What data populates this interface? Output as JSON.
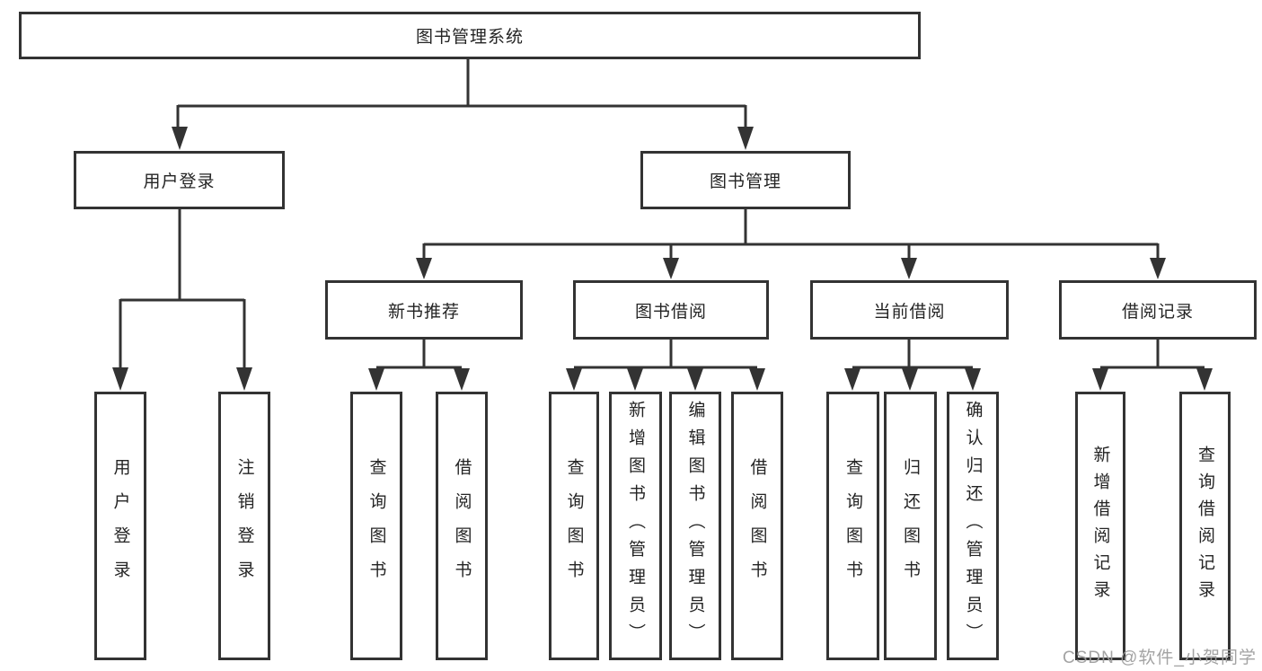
{
  "nodes": {
    "root": "图书管理系统",
    "level2": {
      "user_login": "用户登录",
      "book_management": "图书管理"
    },
    "level3": {
      "new_book_recommend": "新书推荐",
      "book_borrowing": "图书借阅",
      "current_borrowing": "当前借阅",
      "borrowing_records": "借阅记录"
    },
    "leaves": {
      "user_login": "用户登录",
      "logout_login": "注销登录",
      "newbook_query_books": "查询图书",
      "newbook_borrow_books": "借阅图书",
      "borrowing_query_books": "查询图书",
      "borrowing_add_books_admin": "新增图书（管理员）",
      "borrowing_edit_books_admin": "编辑图书（管理员）",
      "borrowing_borrow_books": "借阅图书",
      "current_query_books": "查询图书",
      "current_return_books": "归还图书",
      "current_confirm_return_admin": "确认归还（管理员）",
      "records_add_record": "新增借阅记录",
      "records_query_record": "查询借阅记录"
    }
  },
  "watermark": "CSDN @软件_小贺同学",
  "colors": {
    "line": "#333333",
    "text": "#242424",
    "watermark": "#9e9e9e",
    "background": "#ffffff"
  }
}
